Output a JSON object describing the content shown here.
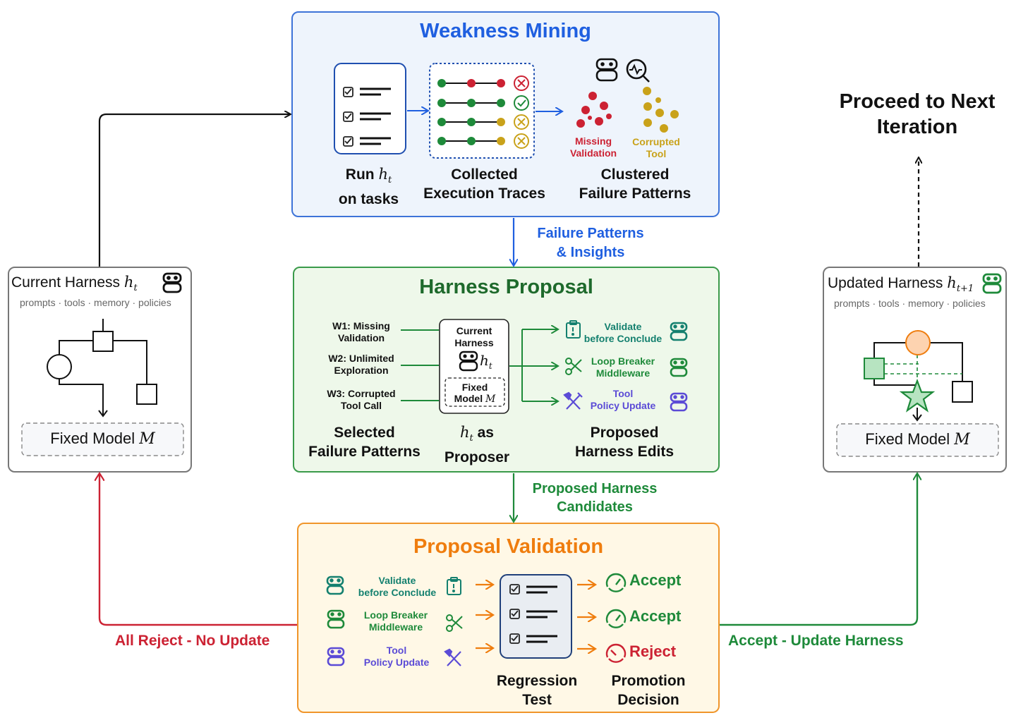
{
  "colors": {
    "blue": "#1f5fe0",
    "green": "#1e8a3a",
    "orange": "#ef7d0e",
    "red": "#cc2233",
    "gold": "#c9a21a",
    "purple": "#5b4bd6",
    "teal": "#14806f"
  },
  "weakness": {
    "title": "Weakness Mining",
    "run_label_1": "Run",
    "run_label_sym": "h",
    "run_label_sub": "t",
    "run_label_2": "on tasks",
    "traces_label_1": "Collected",
    "traces_label_2": "Execution Traces",
    "cluster_label_1": "Clustered",
    "cluster_label_2": "Failure Patterns",
    "cluster_a_1": "Missing",
    "cluster_a_2": "Validation",
    "cluster_b_1": "Corrupted",
    "cluster_b_2": "Tool"
  },
  "arrow1": {
    "line1": "Failure Patterns",
    "line2": "& Insights"
  },
  "proposal": {
    "title": "Harness Proposal",
    "weaknesses": [
      {
        "line1": "W1: Missing",
        "line2": "Validation"
      },
      {
        "line1": "W2: Unlimited",
        "line2": "Exploration"
      },
      {
        "line1": "W3: Corrupted",
        "line2": "Tool Call"
      }
    ],
    "proposer_top_1": "Current",
    "proposer_top_2": "Harness",
    "proposer_sym": "h",
    "proposer_sub": "t",
    "proposer_model_1": "Fixed",
    "proposer_model_2": "Model",
    "proposer_model_sym": "M",
    "edits": [
      {
        "line1": "Validate",
        "line2": "before Conclude"
      },
      {
        "line1": "Loop Breaker",
        "line2": "Middleware"
      },
      {
        "line1": "Tool",
        "line2": "Policy Update"
      }
    ],
    "col1_1": "Selected",
    "col1_2": "Failure Patterns",
    "col2_sym": "h",
    "col2_sub": "t",
    "col2_1": "as",
    "col2_2": "Proposer",
    "col3_1": "Proposed",
    "col3_2": "Harness Edits"
  },
  "arrow2": {
    "line1": "Proposed Harness",
    "line2": "Candidates"
  },
  "validation": {
    "title": "Proposal Validation",
    "items": [
      {
        "line1": "Validate",
        "line2": "before Conclude"
      },
      {
        "line1": "Loop Breaker",
        "line2": "Middleware"
      },
      {
        "line1": "Tool",
        "line2": "Policy Update"
      }
    ],
    "decisions": [
      "Accept",
      "Accept",
      "Reject"
    ],
    "test_1": "Regression",
    "test_2": "Test",
    "decision_1": "Promotion",
    "decision_2": "Decision"
  },
  "current": {
    "title": "Current Harness",
    "sym": "h",
    "sub": "t",
    "tags": "prompts · tools · memory · policies",
    "model": "Fixed Model",
    "model_sym": "M"
  },
  "updated": {
    "title": "Updated Harness",
    "sym": "h",
    "sub": "t+1",
    "tags": "prompts · tools · memory · policies",
    "model": "Fixed Model",
    "model_sym": "M"
  },
  "next": {
    "line1": "Proceed to Next",
    "line2": "Iteration"
  },
  "reject_label": "All Reject - No Update",
  "accept_label": "Accept - Update Harness"
}
